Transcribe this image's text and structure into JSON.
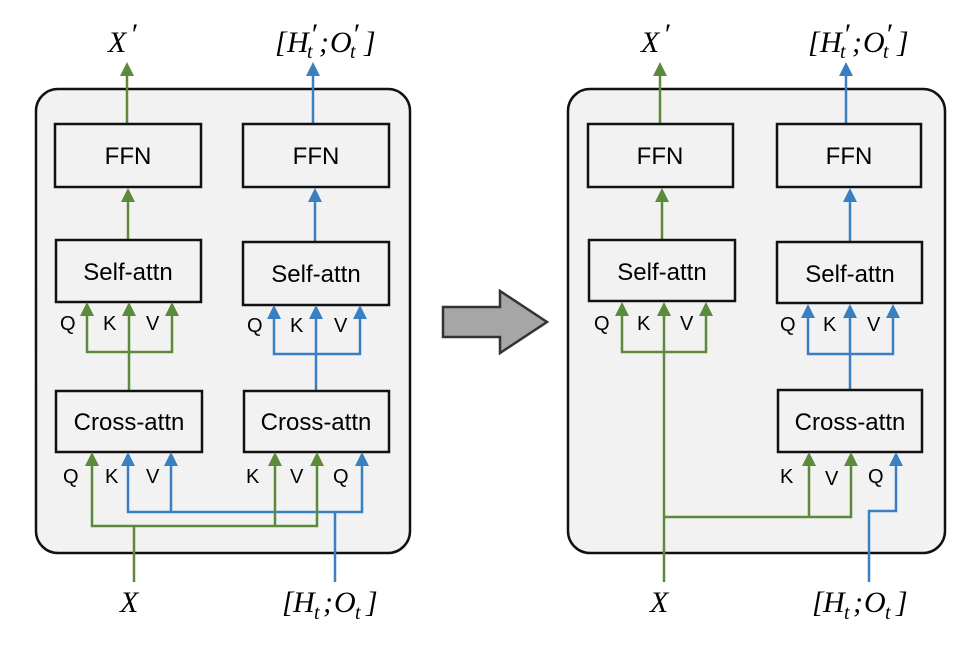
{
  "colors": {
    "green_path": "#5b8a3a",
    "blue_path": "#3a7fc0",
    "panel_fill": "#f2f2f2",
    "transition_arrow": "#a6a6a6"
  },
  "left_panel": {
    "output_x": "X′",
    "output_ho": "[H′t; O′t]",
    "input_x": "X",
    "input_ho": "[Ht; Ot]",
    "ffn_left": "FFN",
    "ffn_right": "FFN",
    "self_attn_left": "Self-attn",
    "self_attn_right": "Self-attn",
    "cross_attn_left": "Cross-attn",
    "cross_attn_right": "Cross-attn",
    "self_ports_left": [
      "Q",
      "K",
      "V"
    ],
    "self_ports_right": [
      "Q",
      "K",
      "V"
    ],
    "cross_ports_left": [
      "Q",
      "K",
      "V"
    ],
    "cross_ports_right": [
      "K",
      "V",
      "Q"
    ]
  },
  "right_panel": {
    "output_x": "X′",
    "output_ho": "[H′t; O′t]",
    "input_x": "X",
    "input_ho": "[Ht; Ot]",
    "ffn_left": "FFN",
    "ffn_right": "FFN",
    "self_attn_left": "Self-attn",
    "self_attn_right": "Self-attn",
    "cross_attn_right": "Cross-attn",
    "self_ports_left": [
      "Q",
      "K",
      "V"
    ],
    "self_ports_right": [
      "Q",
      "K",
      "V"
    ],
    "cross_ports_right": [
      "K",
      "V",
      "Q"
    ]
  },
  "math": {
    "X": "X",
    "prime": "′",
    "H": "H",
    "O": "O",
    "t": "t",
    "lbr": "[",
    "rbr": "]",
    "semi": ";"
  }
}
